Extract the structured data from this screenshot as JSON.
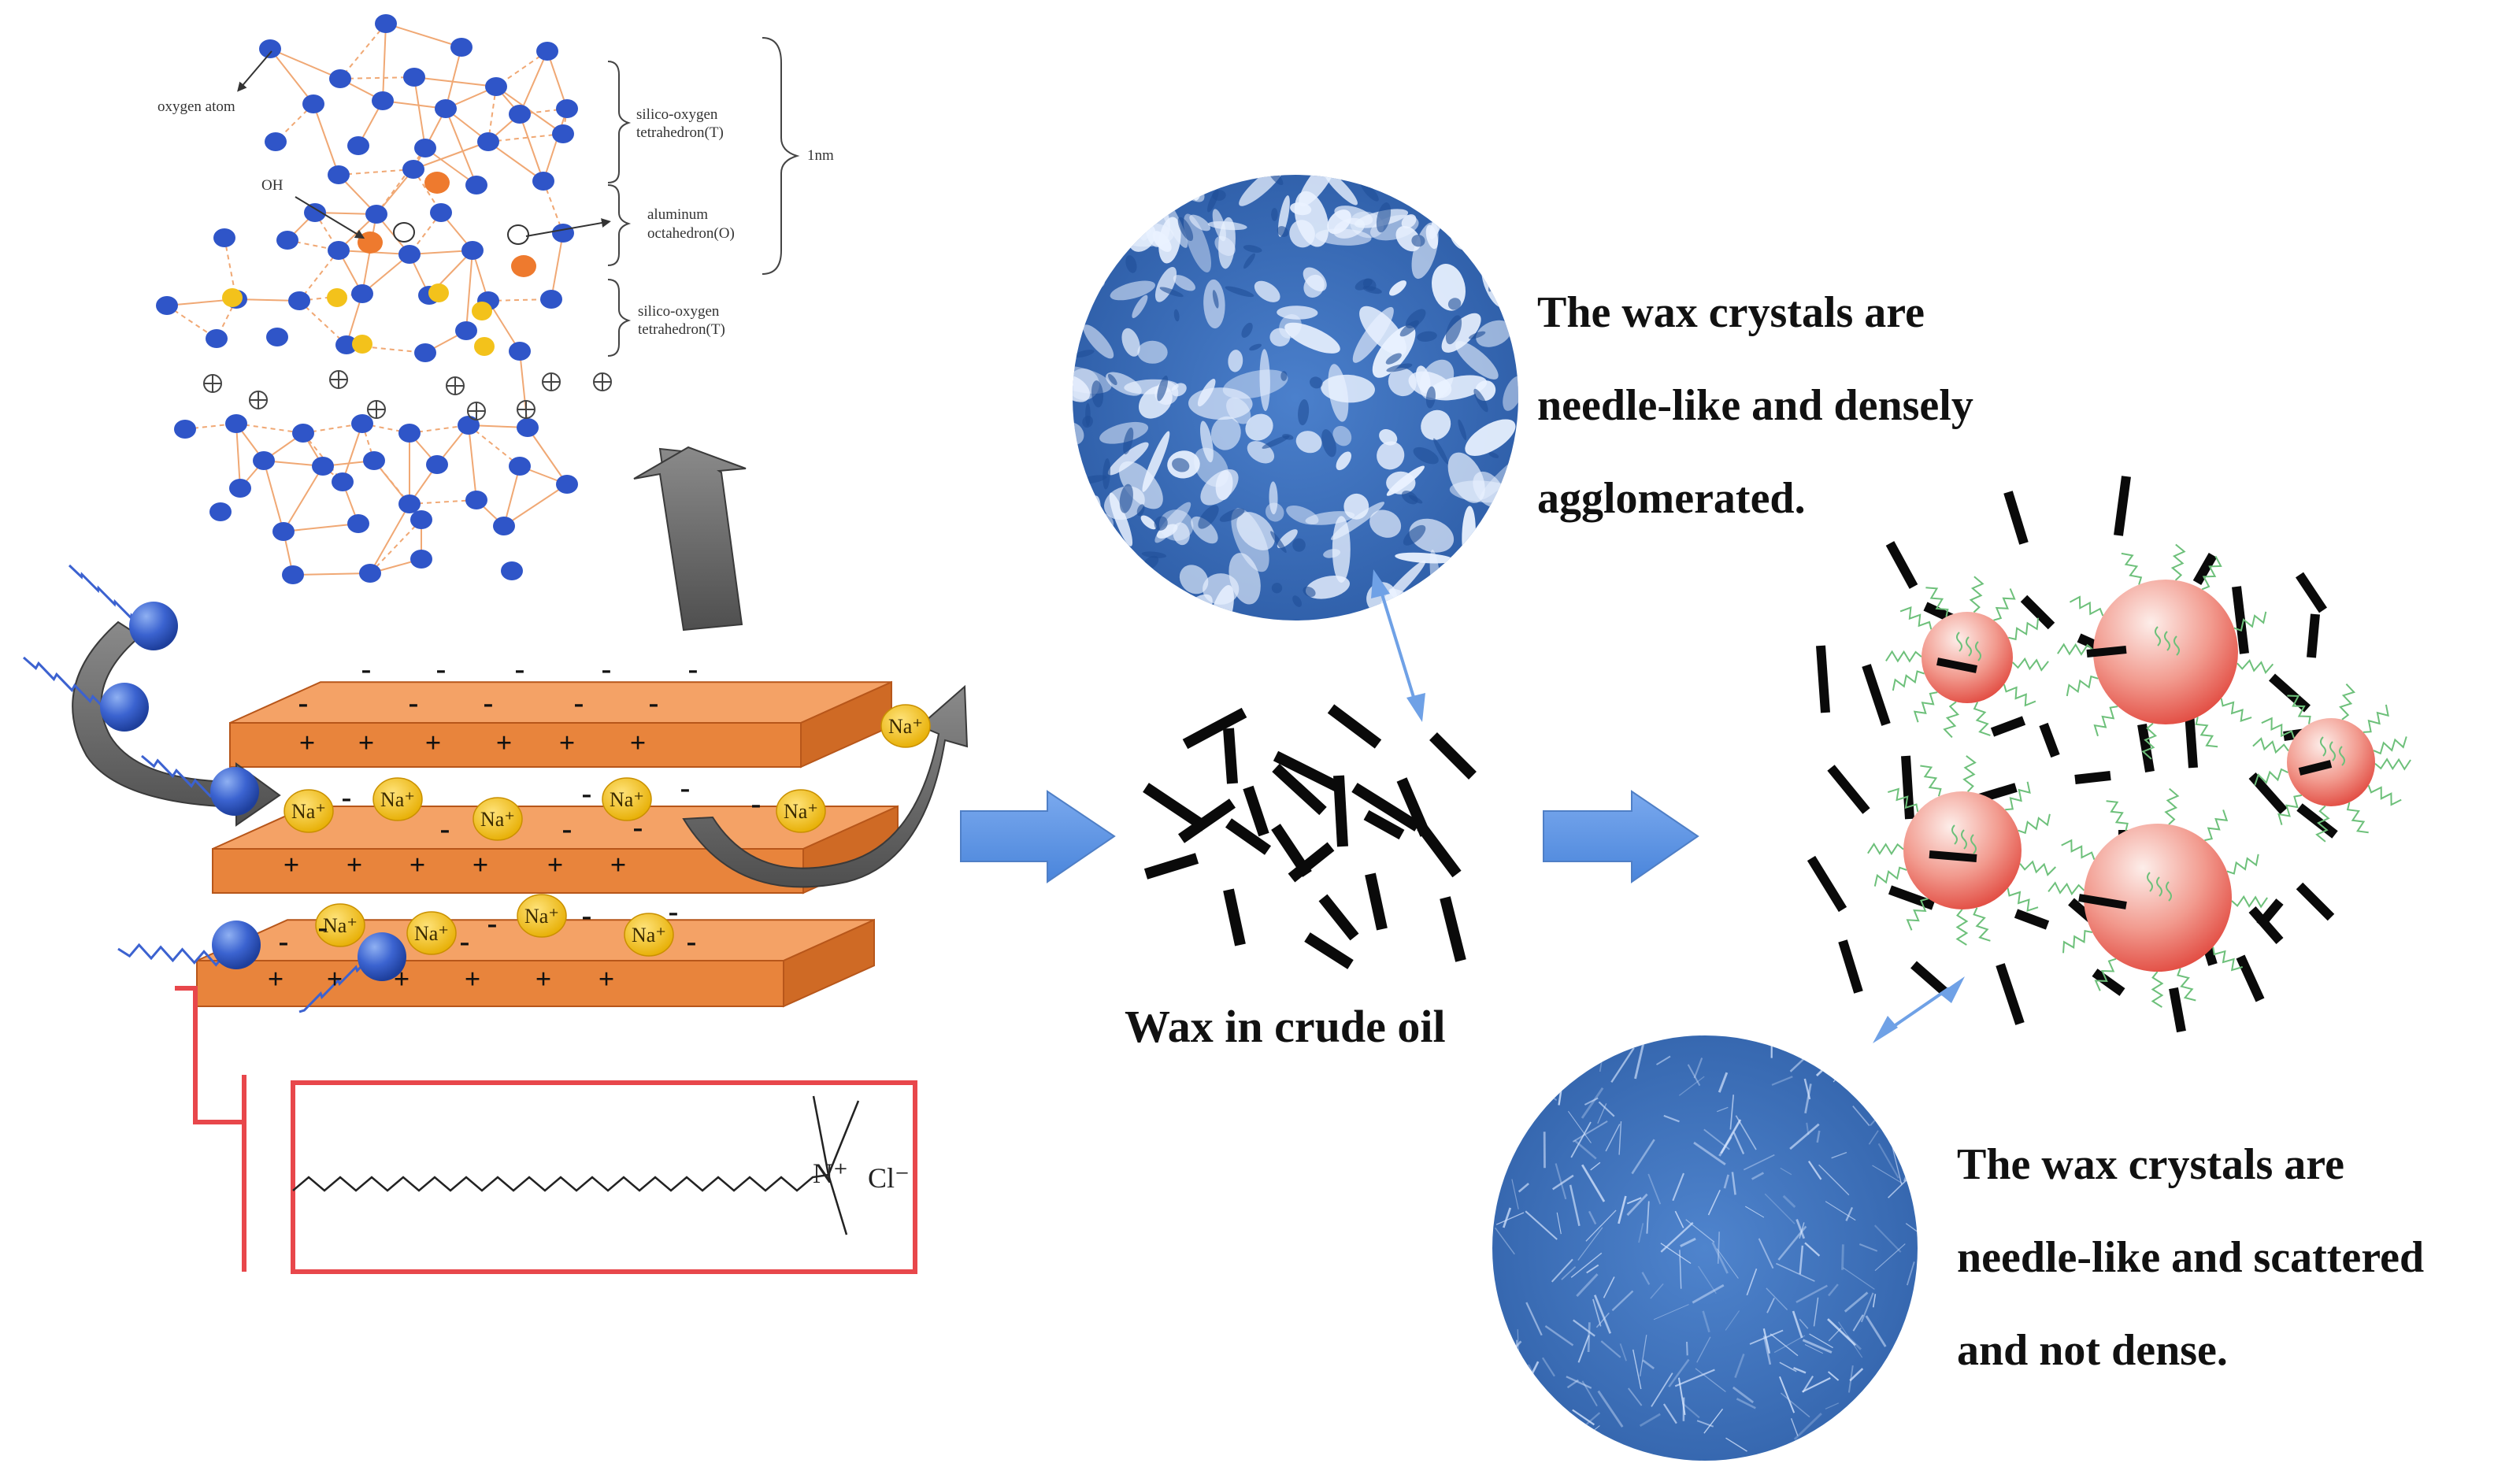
{
  "structure_labels": {
    "oxygen_atom": "oxygen atom",
    "oh": "OH",
    "tetra_top": [
      "silico-oxygen",
      "tetrahedron(T)"
    ],
    "octa": [
      "aluminum",
      "octahedron(O)"
    ],
    "tetra_bottom": [
      "silico-oxygen",
      "tetrahedron(T)"
    ],
    "thickness": "1nm"
  },
  "ion_label": "Na⁺",
  "charge_plus": "+",
  "charge_minus": "-",
  "surfactant_counterion": "Cl⁻",
  "surfactant_nitrogen": "N⁺",
  "wax_caption": "Wax in crude oil",
  "description_top": [
    "The wax crystals are",
    "needle-like and densely",
    "agglomerated."
  ],
  "description_bottom": [
    "The wax crystals are",
    "needle-like and scattered",
    "and not dense."
  ],
  "colors": {
    "clay_orange": "#e8843c",
    "oxygen_blue": "#2f55c8",
    "aluminum_orange": "#ee7a2e",
    "silicon_yellow": "#f3c21b",
    "sodium_yellow": "#f4c20d",
    "flow_arrow_blue": "#5b93e3",
    "grey_arrow": "#6b6b6b",
    "micrograph_blue": "#3d71be",
    "nanoparticle_red": "#ef8a7c",
    "bracket_red": "#e8474b"
  }
}
